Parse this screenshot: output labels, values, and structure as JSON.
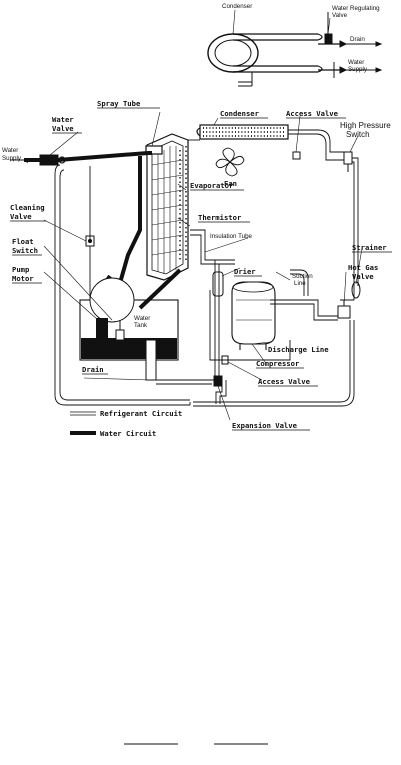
{
  "inset": {
    "condenser": "Condenser",
    "water_regulating_valve": [
      "Water Regulating",
      "Valve"
    ],
    "drain": "Drain",
    "water_supply": [
      "Water",
      "Supply"
    ]
  },
  "main": {
    "spray_tube": "Spray Tube",
    "condenser": "Condenser",
    "access_valve_top": "Access Valve",
    "high_pressure_switch": [
      "High Pressure",
      "Switch"
    ],
    "water_valve": [
      "Water",
      "Valve"
    ],
    "water_supply": [
      "Water",
      "Supply"
    ],
    "fan": "Fan",
    "evaporator": "Evaporator",
    "cleaning_valve": [
      "Cleaning",
      "Valve"
    ],
    "thermistor": "Thermistor",
    "insulation_tube": "Insulation Tube",
    "float_switch": [
      "Float",
      "Switch"
    ],
    "strainer": "Strainer",
    "suction_line": [
      "Suction",
      "Line"
    ],
    "drier": "Drier",
    "hot_gas_valve": [
      "Hot Gas",
      "Valve"
    ],
    "pump_motor": [
      "Pump",
      "Motor"
    ],
    "water_tank": [
      "Water",
      "Tank"
    ],
    "discharge_line": "Discharge Line",
    "compressor": "Compressor",
    "drain": "Drain",
    "access_valve_bottom": "Access Valve",
    "expansion_valve": "Expansion Valve"
  },
  "legend": {
    "refrigerant": "Refrigerant Circuit",
    "water": "Water Circuit"
  }
}
